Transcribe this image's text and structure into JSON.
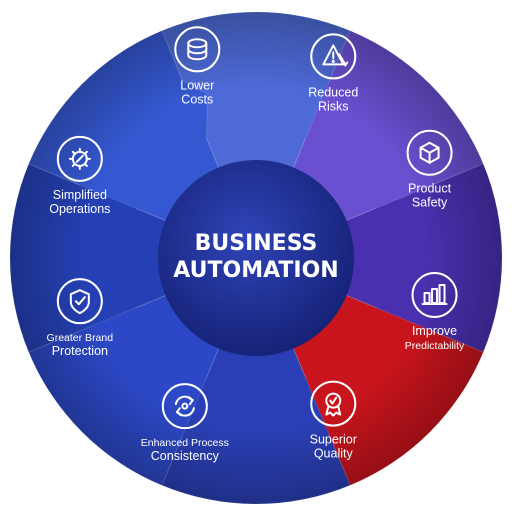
{
  "center": {
    "line1": "BUSINESS",
    "line2": "AUTOMATION"
  },
  "segments": [
    {
      "id": "lower-costs",
      "lines": [
        "Lower",
        "Costs"
      ],
      "icon": "coins-stack-icon",
      "color": "#4d6ad6"
    },
    {
      "id": "reduced-risks",
      "lines": [
        "Reduced",
        "Risks"
      ],
      "icon": "warning-triangle-icon",
      "color": "#6a4fd0"
    },
    {
      "id": "product-safety",
      "lines": [
        "Product",
        "Safety"
      ],
      "icon": "package-box-icon",
      "color": "#4a2fae"
    },
    {
      "id": "improve-predictability",
      "lines": [
        "Improve",
        "Predictability"
      ],
      "icon": "bar-chart-icon",
      "color": "#c8141c"
    },
    {
      "id": "superior-quality",
      "lines": [
        "Superior",
        "Quality"
      ],
      "icon": "award-badge-icon",
      "color": "#2a3fb5"
    },
    {
      "id": "enhanced-process-consistency",
      "lines": [
        "Enhanced Process",
        "Consistency"
      ],
      "icon": "cycle-arrows-icon",
      "color": "#2c48c6"
    },
    {
      "id": "greater-brand-protection",
      "lines": [
        "Greater Brand",
        "Protection"
      ],
      "icon": "shield-check-icon",
      "color": "#2540b4"
    },
    {
      "id": "simplified-operations",
      "lines": [
        "Simplified",
        "Operations"
      ],
      "icon": "gear-wrench-icon",
      "color": "#3558d2"
    }
  ],
  "colors": {
    "center_fill": "#1f2f96",
    "ring_border": "#ffffff",
    "icon_stroke": "#ffffff"
  }
}
